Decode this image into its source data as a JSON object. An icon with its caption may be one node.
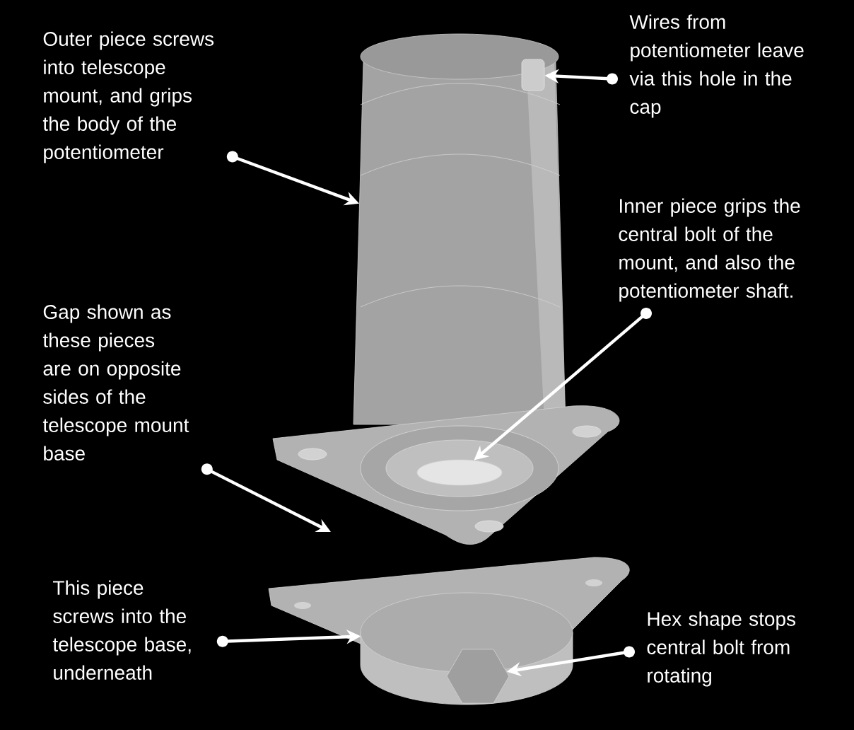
{
  "diagram": {
    "nodes": [
      {
        "text": [
          "Outer piece screws into telescope mount, and grips the body of the potentiometer"
        ]
      },
      {
        "text": [
          "Wires from potentiometer leave via this hole in the cap"
        ]
      },
      {
        "text": [
          "Inner piece grips the central bolt of the mount, and also the potentiometer shaft."
        ]
      },
      {
        "text": [
          "Gap shown as these pieces are on opposite sides of the telescope mount base"
        ]
      },
      {
        "text": [
          "This piece screws into the telescope base, underneath"
        ]
      },
      {
        "text": [
          "Hex shape stops central bolt from rotating"
        ]
      },
      {
        "text": [],
        "shape": "hole",
        "in": 7
      },
      {
        "text": [],
        "shape": "cylinder"
      },
      {
        "text": [],
        "shape": "ring"
      },
      {
        "text": [],
        "shape": "cylinder"
      },
      {
        "text": [],
        "shape": "hexagon"
      }
    ],
    "edges": [
      {
        "from": 0,
        "to": 7,
        "arrow": "to"
      },
      {
        "from": 1,
        "to": 6,
        "arrow": "to"
      },
      {
        "from": 2,
        "to": 8,
        "arrow": "to"
      },
      {
        "from": 3,
        "to": null,
        "arrow": "to"
      },
      {
        "from": 4,
        "to": 9,
        "arrow": "to"
      },
      {
        "from": 5,
        "to": 10,
        "arrow": "to"
      }
    ]
  }
}
